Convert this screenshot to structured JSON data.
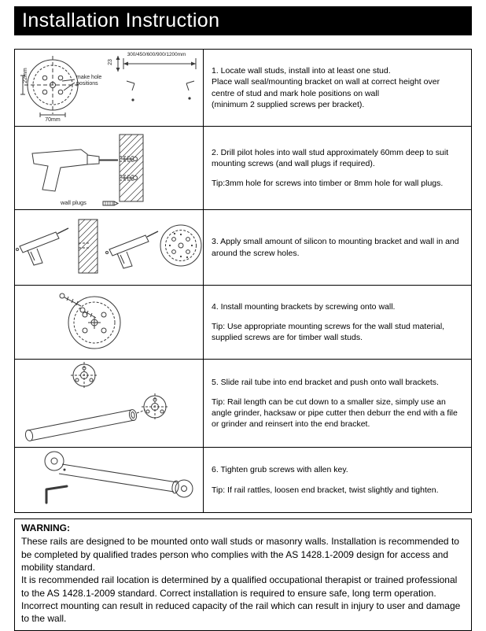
{
  "header": {
    "title": "Installation Instruction"
  },
  "steps": [
    {
      "main": "1. Locate wall studs, install into at least one stud.\nPlace wall seal/mounting bracket on wall at correct height over centre of stud and mark hole positions on wall\n(minimum 2 supplied screws per bracket).",
      "labels": {
        "width_dim": "22mm",
        "holes_dim": "70mm",
        "offset_dim": "23",
        "length_options": "300/450/600/900/1200mm",
        "note": "make hole positions"
      }
    },
    {
      "main": "2. Drill pilot holes into wall stud approximately 60mm deep to suit mounting screws (and wall plugs if required).",
      "tip": "Tip:3mm hole for screws into timber or 8mm hole for wall plugs.",
      "labels": {
        "wall_plugs": "wall plugs"
      }
    },
    {
      "main": "3. Apply small amount of silicon to mounting bracket and wall in and around the screw holes."
    },
    {
      "main": "4. Install mounting brackets by screwing onto wall.",
      "tip": "Tip: Use appropriate mounting screws for the wall stud material, supplied screws are for timber wall studs."
    },
    {
      "main": "5. Slide rail tube into end bracket and push onto wall brackets.",
      "tip": "Tip: Rail length can be cut down to a smaller size, simply use an angle grinder, hacksaw or pipe cutter then deburr the end with a file or grinder and reinsert into the end bracket."
    },
    {
      "main": "6. Tighten grub screws with allen key.",
      "tip": "Tip: If rail rattles, loosen end bracket, twist slightly and tighten."
    }
  ],
  "warning": {
    "title": "WARNING:",
    "paragraphs": [
      "These rails are designed to be mounted onto wall studs or masonry walls. Installation is recommended to be completed by qualified trades person who complies with the AS 1428.1-2009 design for access and mobility standard.",
      "It is recommended rail location is determined by a qualified occupational therapist or trained professional to the AS 1428.1-2009 standard. Correct installation is required to ensure safe, long term operation. Incorrect mounting can result in reduced capacity of the rail which can result in injury to user and damage to the wall."
    ]
  },
  "colors": {
    "header_bg": "#000000",
    "header_text": "#ffffff",
    "border": "#000000",
    "line_art": "#3a3a3a"
  }
}
